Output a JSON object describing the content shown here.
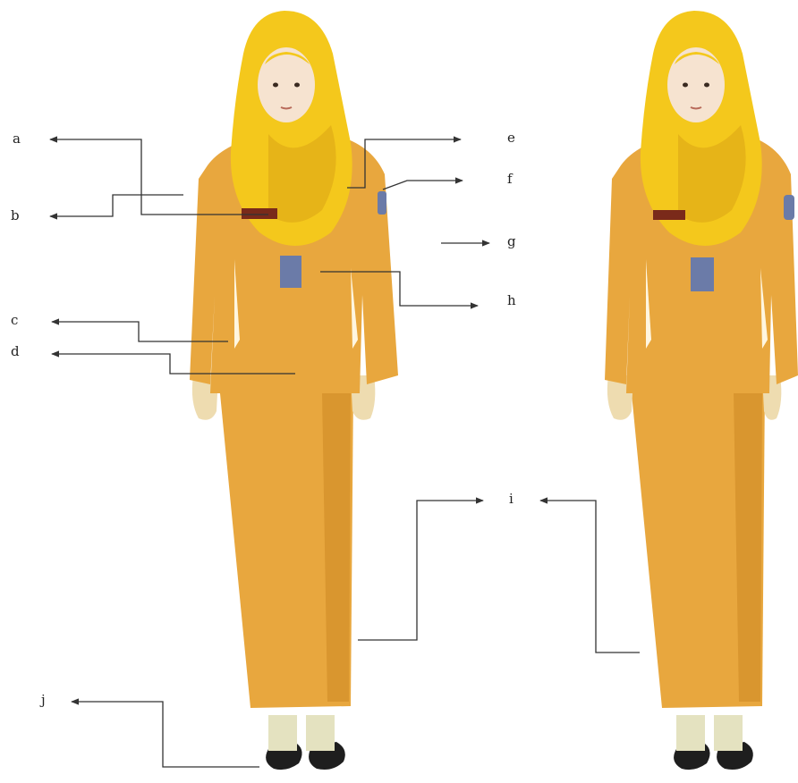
{
  "labels": {
    "a": "a",
    "b": "b",
    "c": "c",
    "d": "d",
    "e": "e",
    "f": "f",
    "g": "g",
    "h": "h",
    "i": "i",
    "j": "j"
  },
  "colors": {
    "hijab": "#f4c81c",
    "hijab_shadow": "#e6b418",
    "uniform": "#e8a73e",
    "uniform_shadow": "#d9962f",
    "skin": "#f6e3d0",
    "hand": "#eedcb0",
    "name_tag": "#7a2a1a",
    "badge": "#6b7ba8",
    "shoe": "#1e1e1e",
    "sock": "#e4e2c0",
    "line": "#333333"
  }
}
